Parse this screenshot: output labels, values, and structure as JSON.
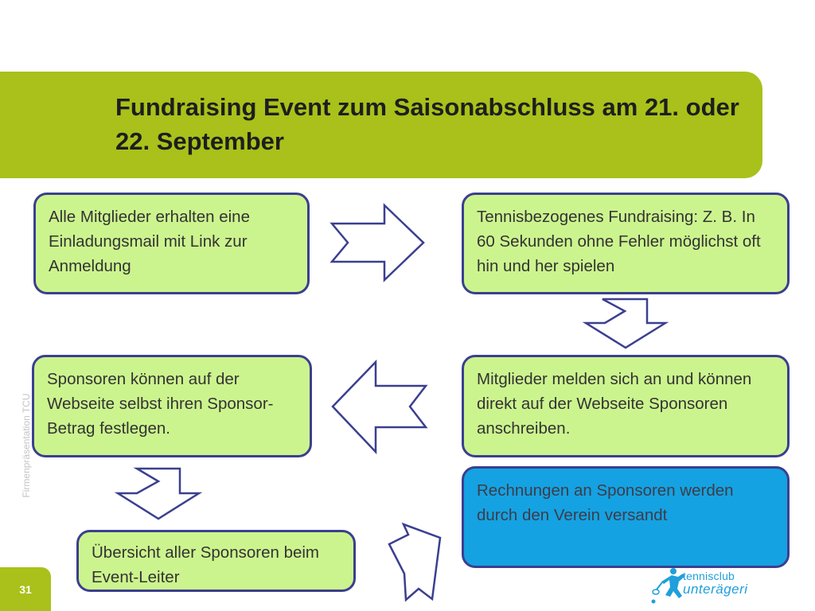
{
  "slide": {
    "title": "Fundraising Event zum Saisonabschluss am 21. oder 22. September",
    "page_number": "31",
    "side_label": "Firmenpräsentation TCU",
    "logo": {
      "line1": "tennisclub",
      "line2": "unterägeri"
    }
  },
  "steps": [
    {
      "text": "Alle Mitglieder erhalten eine Einladungsmail mit Link zur Anmeldung"
    },
    {
      "text": "Tennisbezogenes Fundraising: Z. B. In 60 Sekunden ohne Fehler möglichst oft hin und her spielen"
    },
    {
      "text": "Mitglieder melden sich an und können direkt auf der Webseite Sponsoren anschreiben."
    },
    {
      "text": "Sponsoren können auf der Webseite selbst ihren Sponsor-Betrag festlegen."
    },
    {
      "text": "Übersicht aller Sponsoren beim Event-Leiter"
    },
    {
      "text": "Rechnungen an Sponsoren werden durch den Verein versandt"
    }
  ],
  "colors": {
    "header_green": "#a9c11a",
    "box_green": "#ccf48e",
    "box_blue": "#15a2e2",
    "border_navy": "#3b3f8f",
    "logo_blue": "#1f9fdc"
  }
}
